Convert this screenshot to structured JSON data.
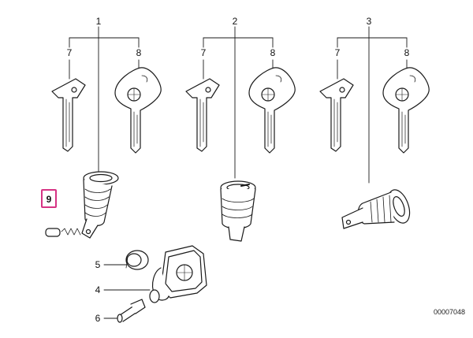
{
  "callouts": {
    "set1": "1",
    "set2": "2",
    "set3": "3",
    "key_a1": "7",
    "key_b1": "8",
    "key_a2": "7",
    "key_b2": "8",
    "key_a3": "7",
    "key_b3": "8",
    "part5": "5",
    "part4": "4",
    "part6": "6",
    "part9": "9"
  },
  "diagram_code": "00007048",
  "colors": {
    "highlight": "#d63384",
    "line": "#1a1a1a"
  }
}
